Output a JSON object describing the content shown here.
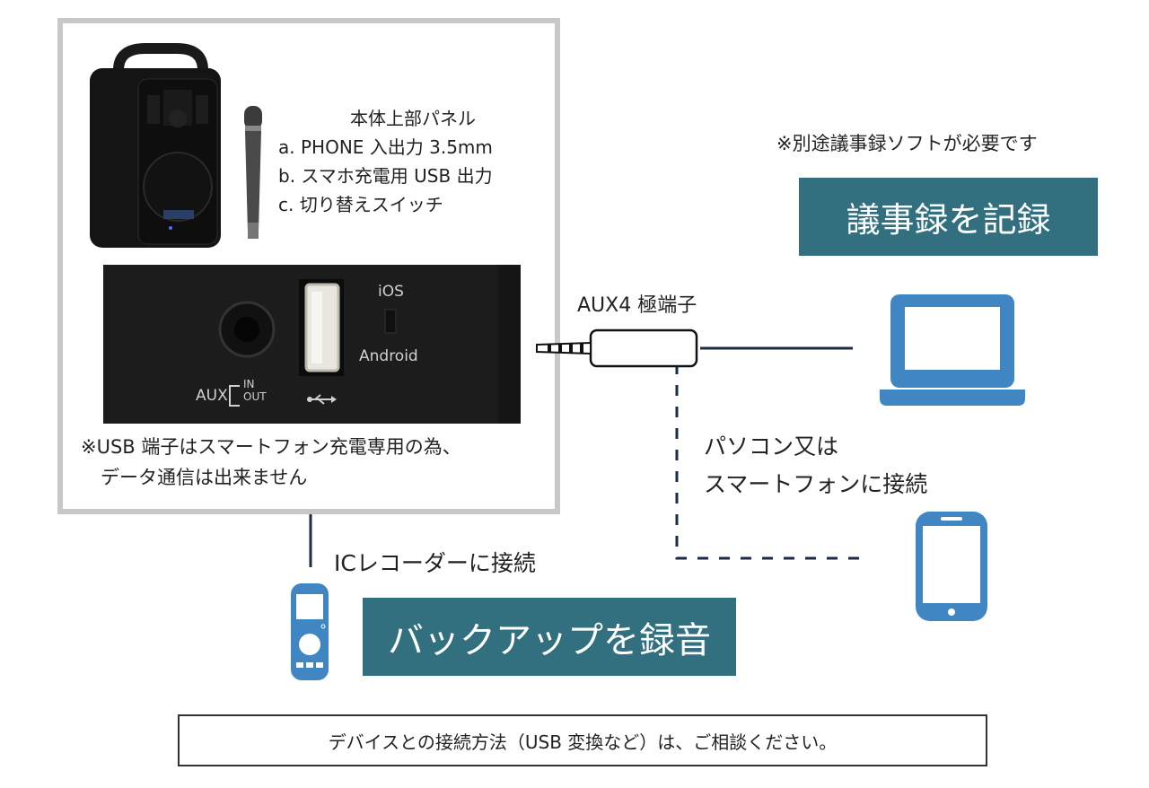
{
  "product_panel": {
    "caption_title": "本体上部パネル",
    "caption_items": [
      "a. PHONE 入出力 3.5mm",
      "b. スマホ充電用 USB 出力",
      "c. 切り替えスイッチ"
    ],
    "panel_labels": {
      "switch_top": "iOS",
      "switch_bottom": "Android",
      "aux": "AUX",
      "aux_in": "IN",
      "aux_out": "OUT"
    },
    "usb_note_line1": "※USB 端子はスマートフォン充電専用の為、",
    "usb_note_line2": "データ通信は出来ません"
  },
  "aux_label": "AUX4 極端子",
  "minutes": {
    "note": "※別途議事録ソフトが必要です",
    "button": "議事録を記録"
  },
  "pc_phone_label_line1": "パソコン又は",
  "pc_phone_label_line2": "スマートフォンに接続",
  "ic_recorder_label": "ICレコーダーに接続",
  "backup_button": "バックアップを録音",
  "footer_note": "デバイスとの接続方法（USB 変換など）は、ご相談ください。",
  "colors": {
    "teal": "#33707f",
    "icon_blue": "#3f86c3",
    "line_navy": "#1c2b45",
    "frame_gray": "#c8c8c8"
  }
}
